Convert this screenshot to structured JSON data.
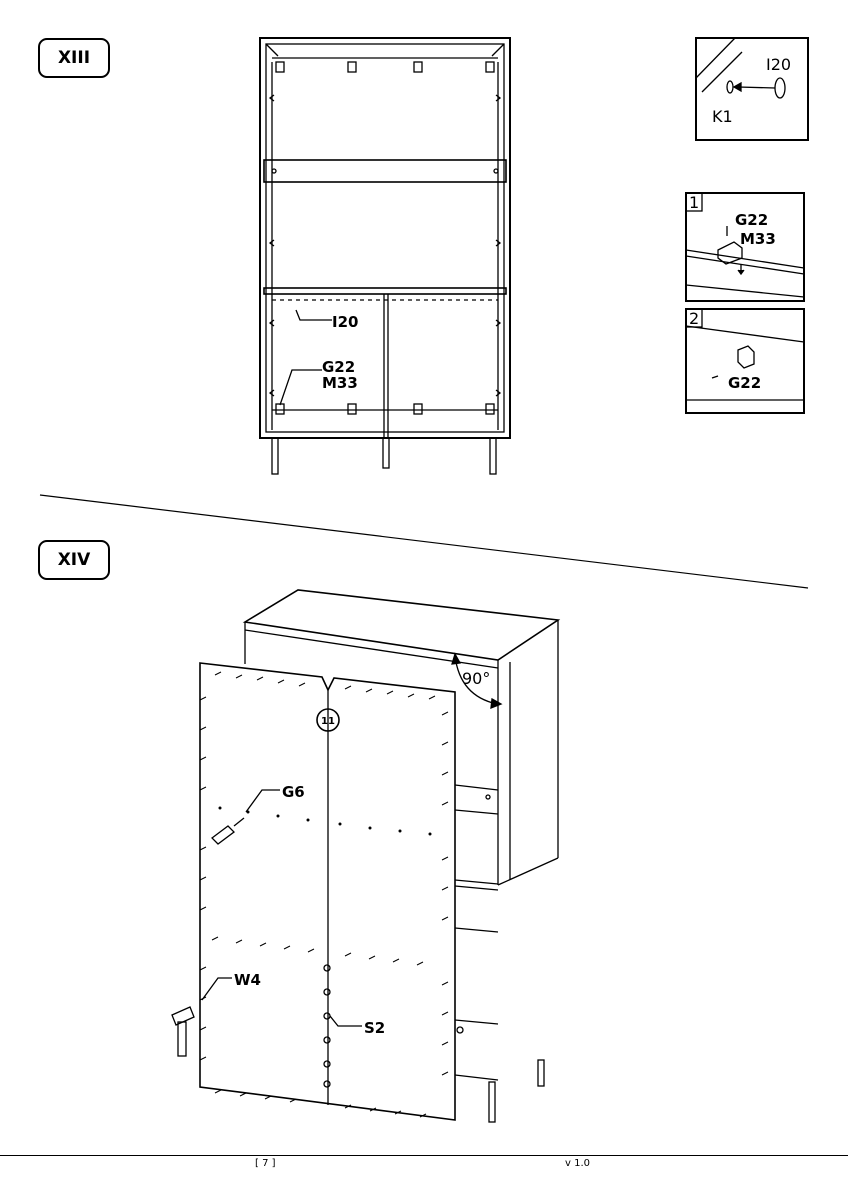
{
  "steps": {
    "xiii": {
      "badge": "XIII"
    },
    "xiv": {
      "badge": "XIV"
    }
  },
  "xiii_labels": {
    "i20": "I20",
    "g22": "G22",
    "m33": "M33"
  },
  "detail_dowel": {
    "i20": "I20",
    "k1": "K1"
  },
  "detail_1": {
    "num": "1",
    "g22": "G22",
    "m33": "M33"
  },
  "detail_2": {
    "num": "2",
    "g22": "G22"
  },
  "xiv_labels": {
    "angle": "90°",
    "part": "11",
    "g6": "G6",
    "w4": "W4",
    "s2": "S2"
  },
  "footer": {
    "page": "[ 7 ]",
    "version": "v 1.0"
  }
}
